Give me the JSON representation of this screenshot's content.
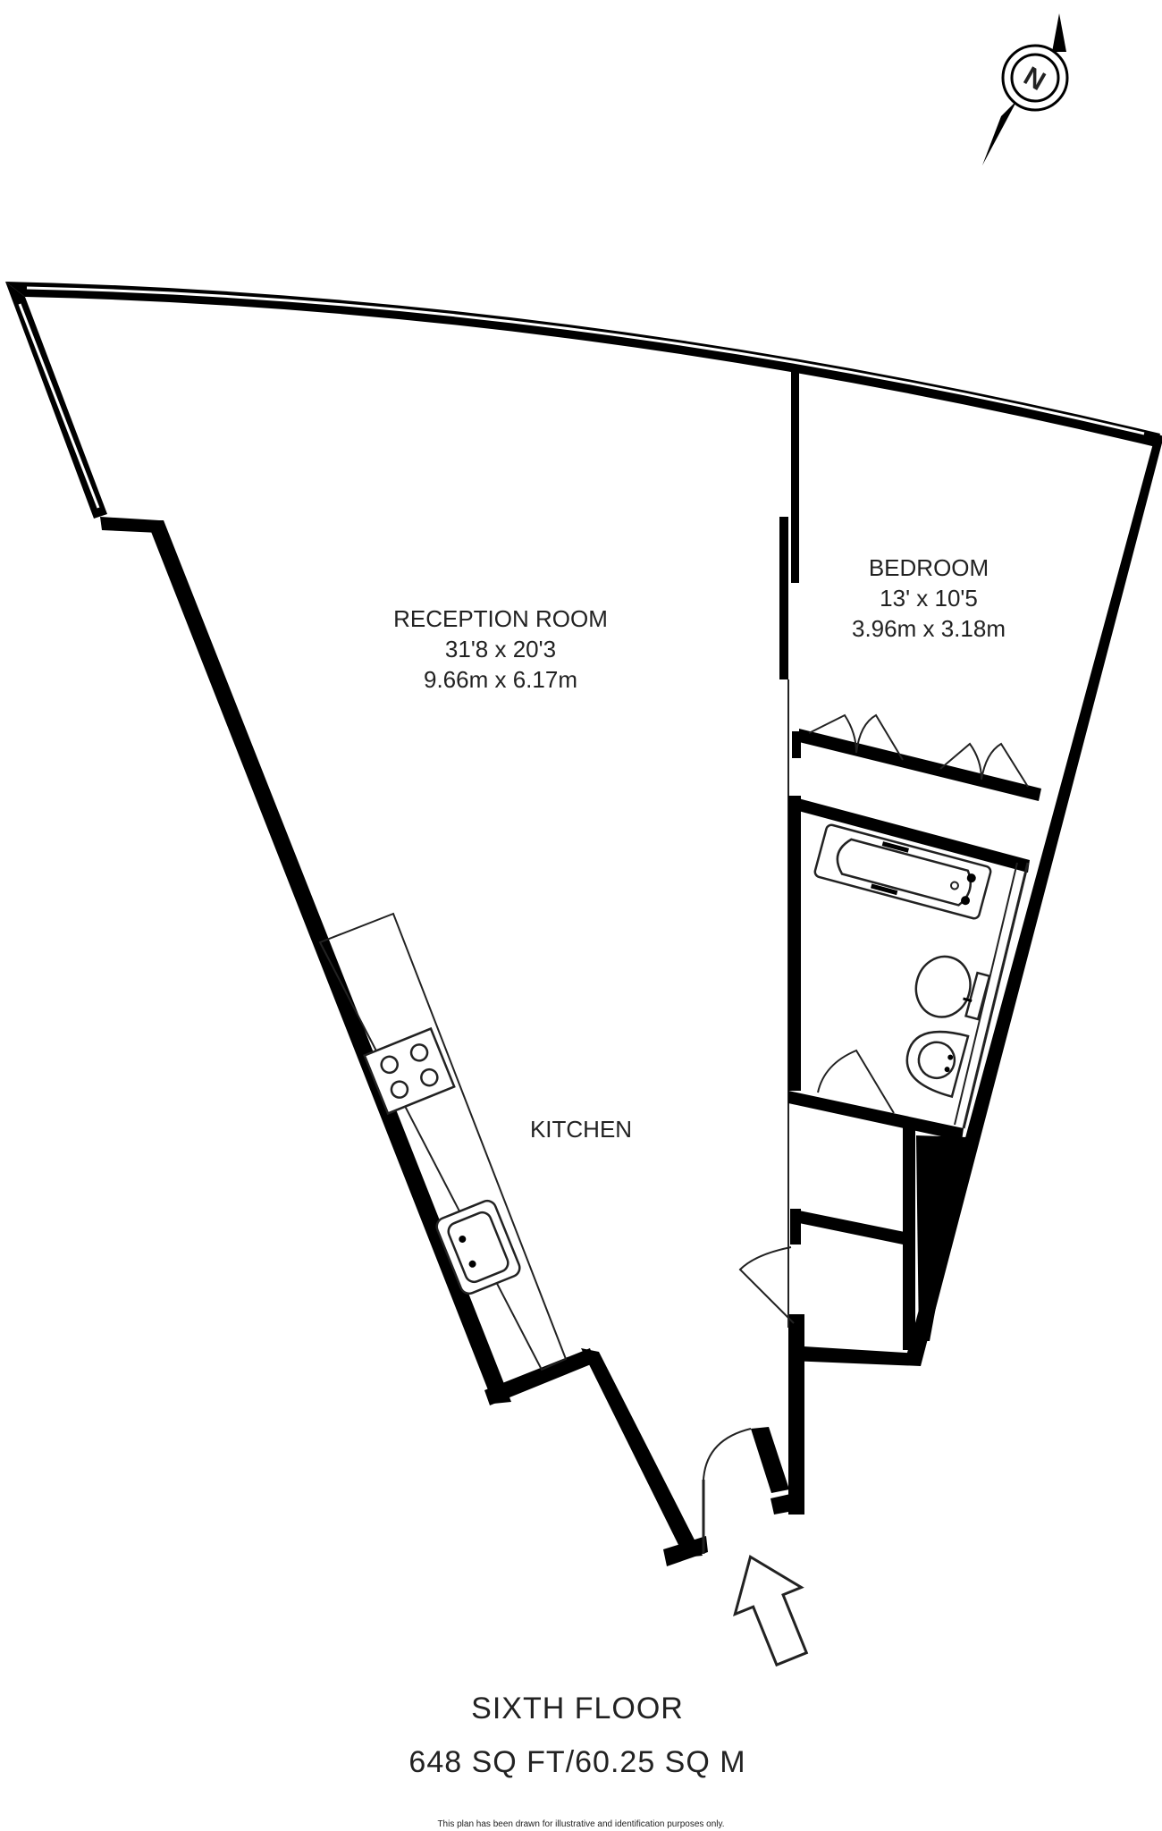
{
  "compass": {
    "letter": "N",
    "icon": "north-arrow-compass-icon"
  },
  "rooms": {
    "reception": {
      "name": "RECEPTION ROOM",
      "imperial": "31'8 x 20'3",
      "metric": "9.66m x 6.17m"
    },
    "bedroom": {
      "name": "BEDROOM",
      "imperial": "13' x 10'5",
      "metric": "3.96m x 3.18m"
    },
    "kitchen": {
      "name": "KITCHEN"
    }
  },
  "floor": {
    "name": "SIXTH FLOOR",
    "area": "648 SQ FT/60.25 SQ M"
  },
  "disclaimer": "This plan has been drawn for illustrative and identification purposes only.",
  "icons": [
    "hob-icon",
    "kitchen-sink-icon",
    "bath-icon",
    "toilet-icon",
    "basin-icon",
    "entrance-arrow-icon"
  ]
}
